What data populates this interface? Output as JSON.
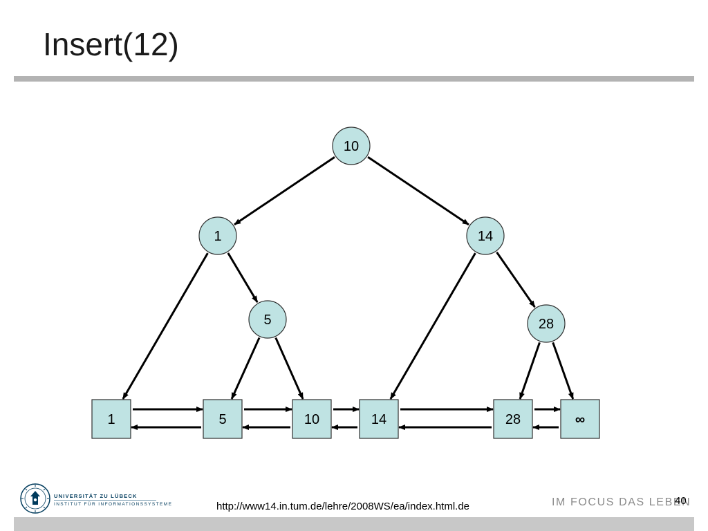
{
  "slide": {
    "title": "Insert(12)",
    "page_number": "40",
    "source_url": "http://www14.in.tum.de/lehre/2008WS/ea/index.html.de",
    "motto": "IM FOCUS DAS LEBEN"
  },
  "logo": {
    "university": "UNIVERSITÄT ZU LÜBECK",
    "institute": "INSTITUT FÜR INFORMATIONSSYSTEME"
  },
  "colors": {
    "node_fill": "#bfe3e3",
    "edge": "#000000",
    "rule": "#b3b3b3"
  },
  "tree": {
    "nodes": [
      {
        "id": "r10",
        "label": "10"
      },
      {
        "id": "n1",
        "label": "1"
      },
      {
        "id": "n14",
        "label": "14"
      },
      {
        "id": "n5",
        "label": "5"
      },
      {
        "id": "n28",
        "label": "28"
      }
    ],
    "edges": [
      {
        "from": "r10",
        "to": "n1"
      },
      {
        "from": "r10",
        "to": "n14"
      },
      {
        "from": "n1",
        "to": "l1"
      },
      {
        "from": "n1",
        "to": "n5"
      },
      {
        "from": "n5",
        "to": "l5"
      },
      {
        "from": "n5",
        "to": "l10"
      },
      {
        "from": "n14",
        "to": "l14"
      },
      {
        "from": "n14",
        "to": "n28"
      },
      {
        "from": "n28",
        "to": "l28"
      },
      {
        "from": "n28",
        "to": "linf"
      }
    ]
  },
  "leaf_list": {
    "items": [
      {
        "id": "l1",
        "label": "1"
      },
      {
        "id": "l5",
        "label": "5"
      },
      {
        "id": "l10",
        "label": "10"
      },
      {
        "id": "l14",
        "label": "14"
      },
      {
        "id": "l28",
        "label": "28"
      },
      {
        "id": "linf",
        "label": "∞"
      }
    ],
    "doubly_linked": true
  }
}
